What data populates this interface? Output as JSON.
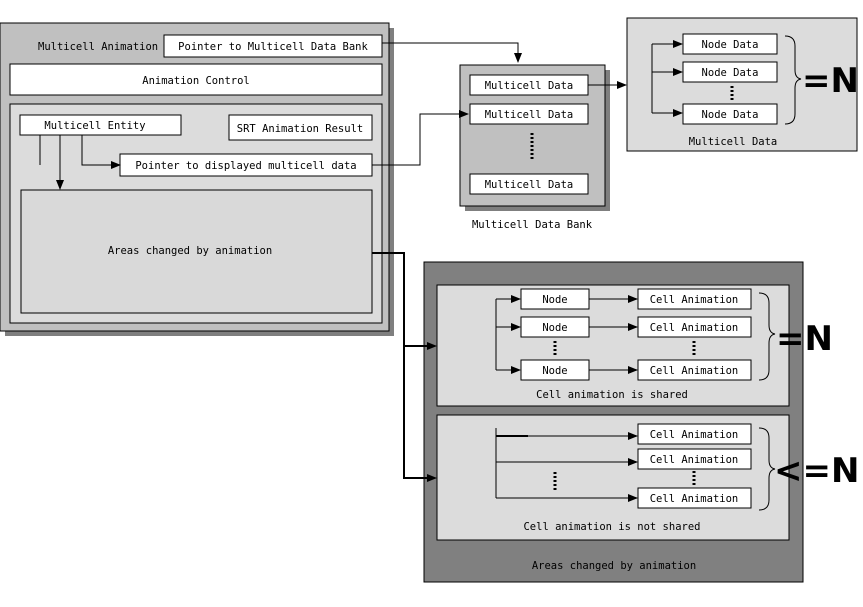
{
  "multicell_animation": {
    "title": "Multicell Animation",
    "pointer_to_bank": "Pointer to Multicell Data Bank",
    "animation_control": "Animation Control",
    "entity": "Multicell Entity",
    "srt_result": "SRT Animation Result",
    "pointer_to_displayed": "Pointer to displayed multicell data",
    "areas_changed": "Areas changed by animation"
  },
  "data_bank": {
    "caption": "Multicell Data Bank",
    "items": [
      "Multicell Data",
      "Multicell Data",
      "Multicell Data"
    ]
  },
  "multicell_data": {
    "caption": "Multicell Data",
    "items": [
      "Node Data",
      "Node Data",
      "Node Data"
    ],
    "count_label": "=N"
  },
  "areas_panel": {
    "caption": "Areas changed by animation",
    "shared": {
      "caption": "Cell animation is shared",
      "nodes": [
        "Node",
        "Node",
        "Node"
      ],
      "anims": [
        "Cell Animation",
        "Cell Animation",
        "Cell Animation"
      ],
      "count_label": "=N"
    },
    "not_shared": {
      "caption": "Cell animation is not shared",
      "anims": [
        "Cell Animation",
        "Cell Animation",
        "Cell Animation"
      ],
      "count_label": "<=N"
    }
  }
}
